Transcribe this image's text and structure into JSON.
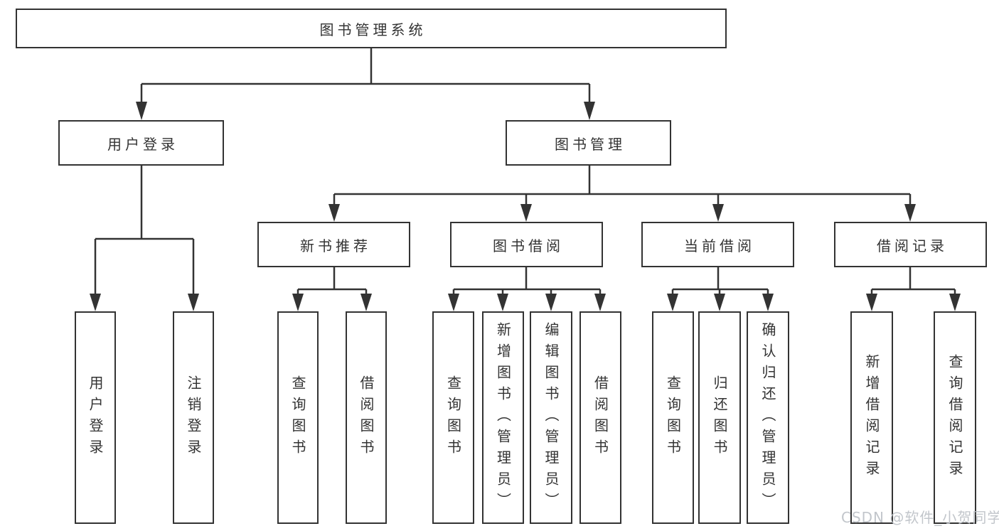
{
  "root": {
    "label": "图书管理系统"
  },
  "level2": {
    "user_login": {
      "label": "用户登录"
    },
    "book_management": {
      "label": "图书管理"
    }
  },
  "level3": {
    "new_book_recommend": {
      "label": "新书推荐"
    },
    "book_borrowing": {
      "label": "图书借阅"
    },
    "current_borrowing": {
      "label": "当前借阅"
    },
    "borrowing_records": {
      "label": "借阅记录"
    }
  },
  "leaves": {
    "user_login": {
      "label": "用户登录"
    },
    "logout": {
      "label": "注销登录"
    },
    "nb_query_books": {
      "label": "查询图书"
    },
    "nb_borrow_books": {
      "label": "借阅图书"
    },
    "bb_query_books": {
      "label": "查询图书"
    },
    "bb_add_books": {
      "label": "新增图书（管理员）"
    },
    "bb_edit_books": {
      "label": "编辑图书（管理员）"
    },
    "bb_borrow_books": {
      "label": "借阅图书"
    },
    "cb_query_books": {
      "label": "查询图书"
    },
    "cb_return_books": {
      "label": "归还图书"
    },
    "cb_confirm_return": {
      "label": "确认归还（管理员）"
    },
    "br_add_record": {
      "label": "新增借阅记录"
    },
    "br_query_record": {
      "label": "查询借阅记录"
    }
  },
  "watermark": {
    "label": "CSDN @软件_小贺同学"
  },
  "colors": {
    "line": "#333333",
    "text": "#333333",
    "box_background": "#ffffff",
    "page_background": "#ffffff",
    "watermark": "#bfc3c9"
  }
}
